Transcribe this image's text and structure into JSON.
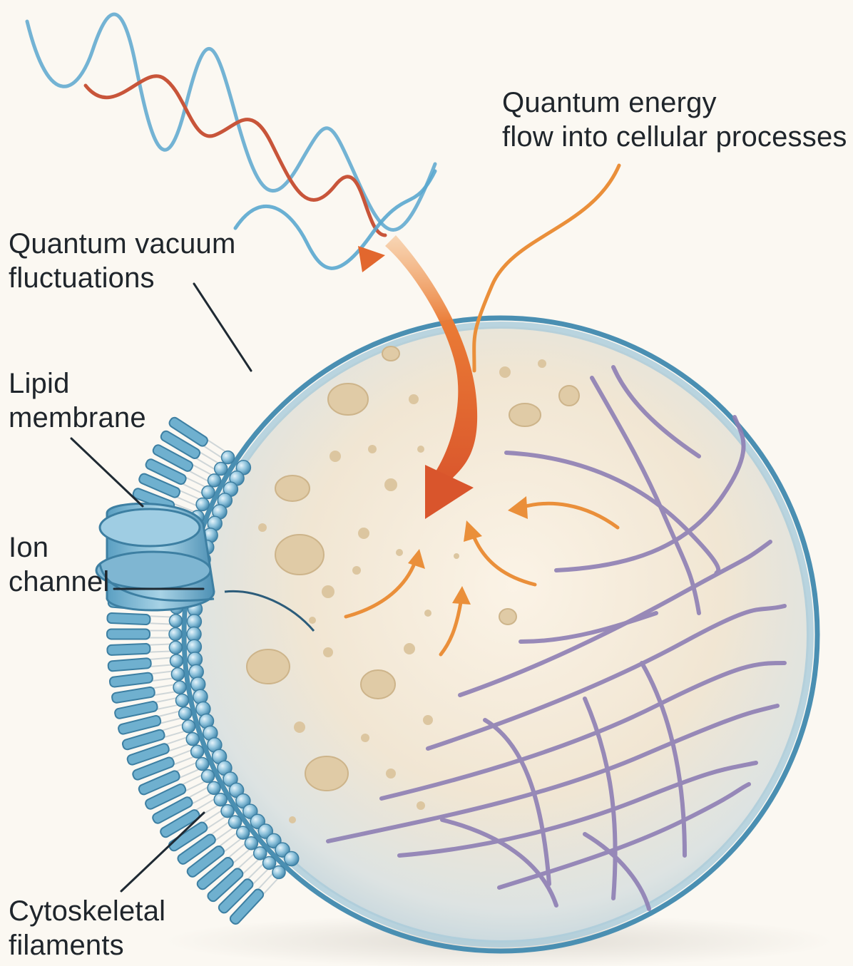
{
  "labels": {
    "energy_flow": [
      "Quantum energy",
      "flow into cellular processes"
    ],
    "vacuum": [
      "Quantum vacuum",
      "fluctuations"
    ],
    "lipid": [
      "Lipid",
      "membrane"
    ],
    "ion_channel": [
      "Ion",
      "channel"
    ],
    "cytoskeleton": [
      "Cytoskeletal",
      "filaments"
    ]
  },
  "colors": {
    "background": "#fbf8f2",
    "wave_blue": "#5aa7cf",
    "wave_red": "#c8553a",
    "energy_arrow": "#e2672e",
    "small_arrows": "#ea8f3a",
    "membrane": "#4f9fc2",
    "cell_interior": "#f1e8d6",
    "organelles": "#e2cfac",
    "filaments": "#8e7fb4",
    "leader_lines": "#1f2a33"
  }
}
